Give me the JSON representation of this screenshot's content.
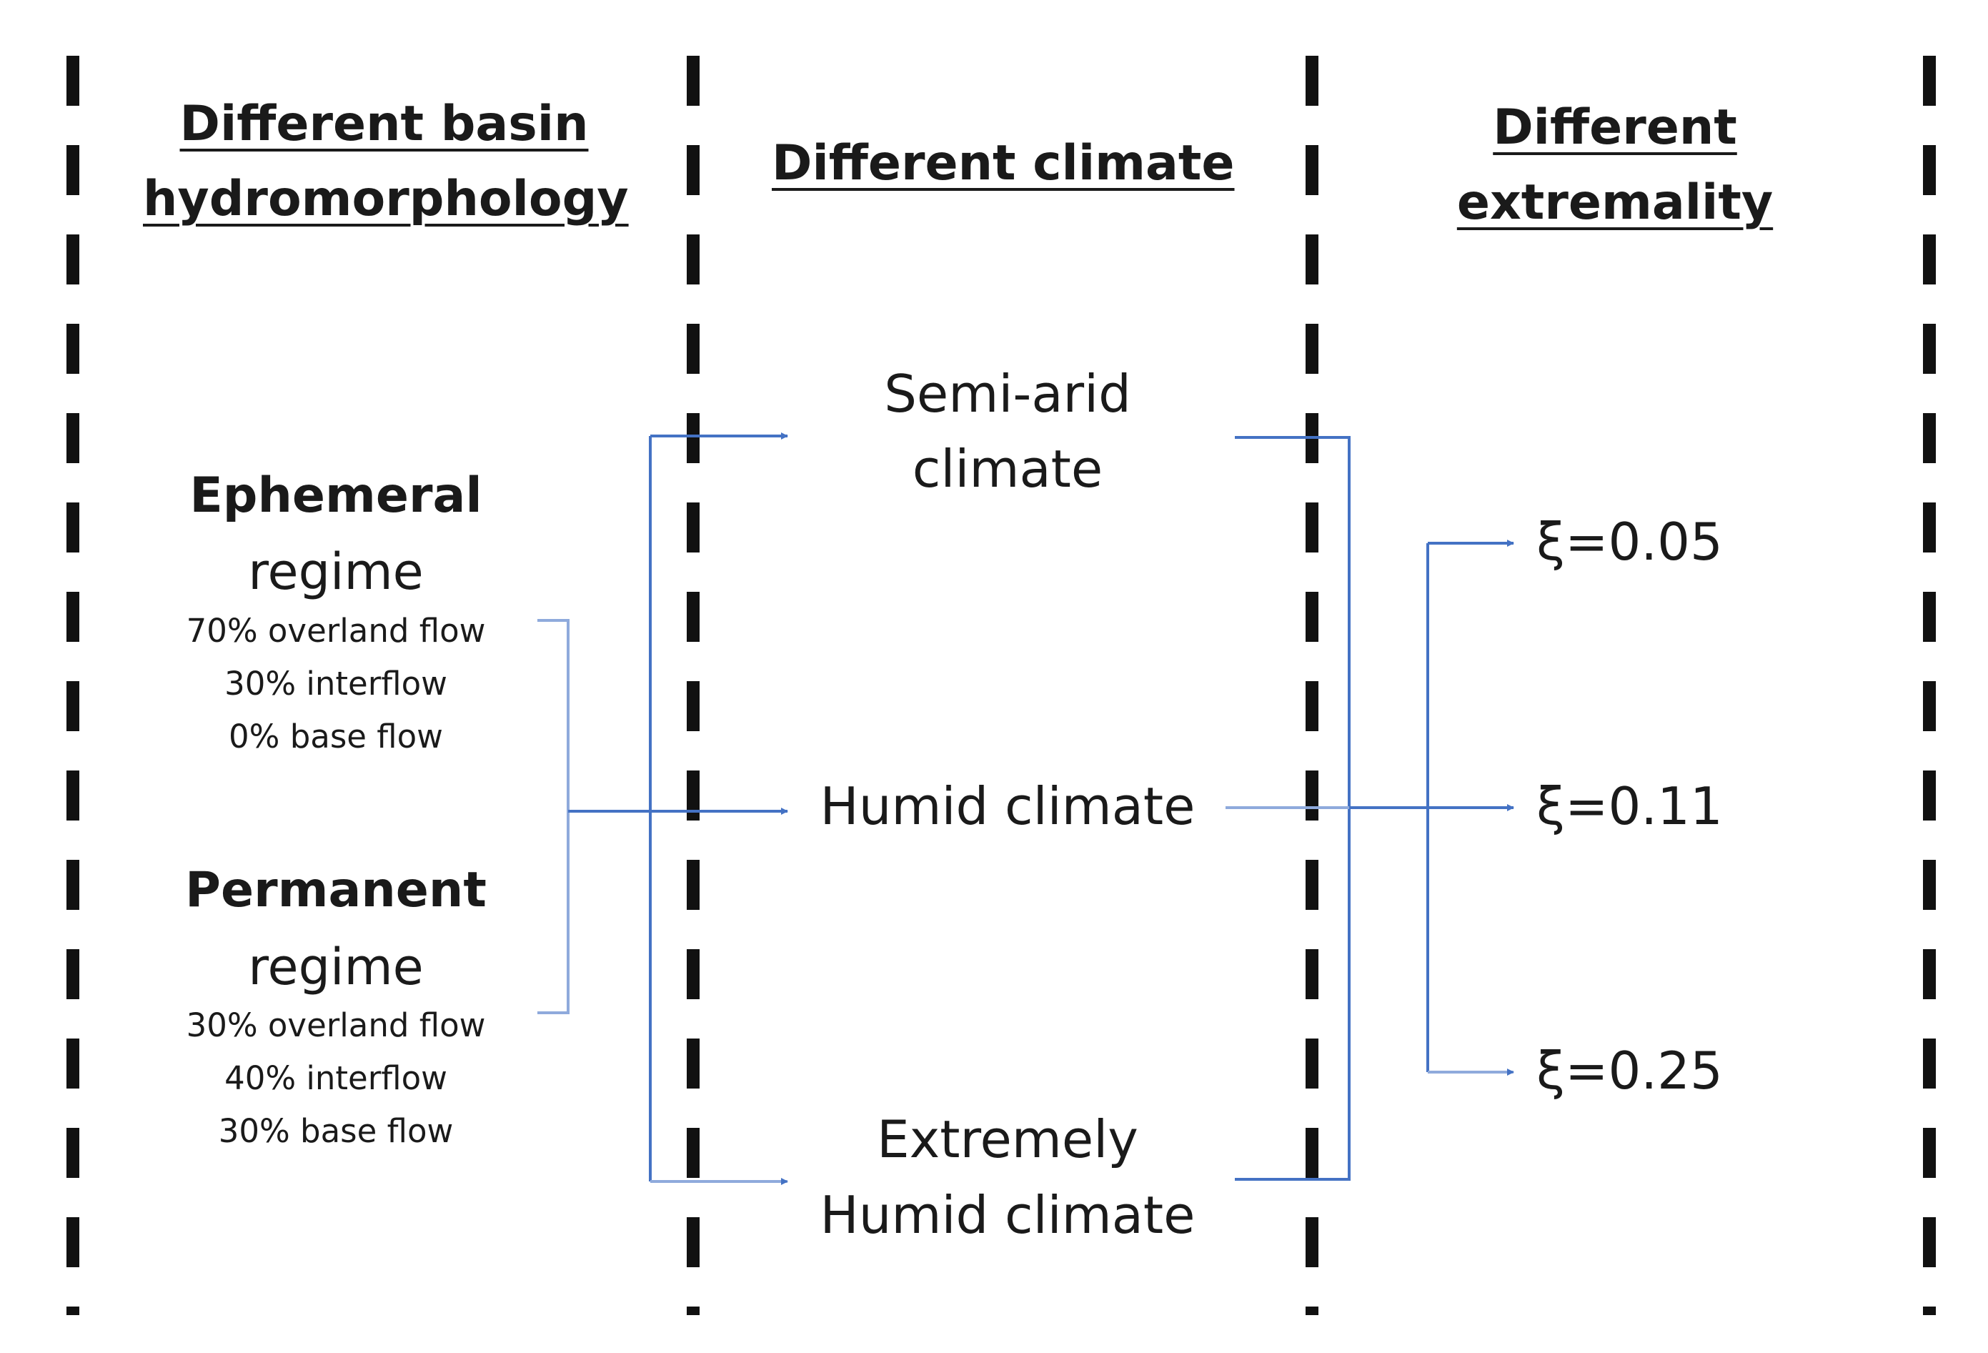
{
  "columns": {
    "hydromorphology": {
      "title_line1": "Different basin",
      "title_line2": "hydromorphology"
    },
    "climate": {
      "title": "Different climate"
    },
    "extremality": {
      "title_line1": "Different",
      "title_line2": "extremality"
    }
  },
  "regimes": [
    {
      "name": "Ephemeral",
      "suffix": "regime",
      "components": [
        "70% overland flow",
        "30% interflow",
        "0% base flow"
      ]
    },
    {
      "name": "Permanent",
      "suffix": "regime",
      "components": [
        "30% overland flow",
        "40% interflow",
        "30% base flow"
      ]
    }
  ],
  "climates": [
    {
      "line1": "Semi-arid",
      "line2": "climate"
    },
    {
      "line1": "Humid climate",
      "line2": ""
    },
    {
      "line1": "Extremely",
      "line2": "Humid climate"
    }
  ],
  "extremality_values": [
    "ξ=0.05",
    "ξ=0.11",
    "ξ=0.25"
  ],
  "colors": {
    "divider": "#111111",
    "connector": "#4472c4",
    "connector_light": "#8faadc",
    "text": "#1a1a1a"
  }
}
